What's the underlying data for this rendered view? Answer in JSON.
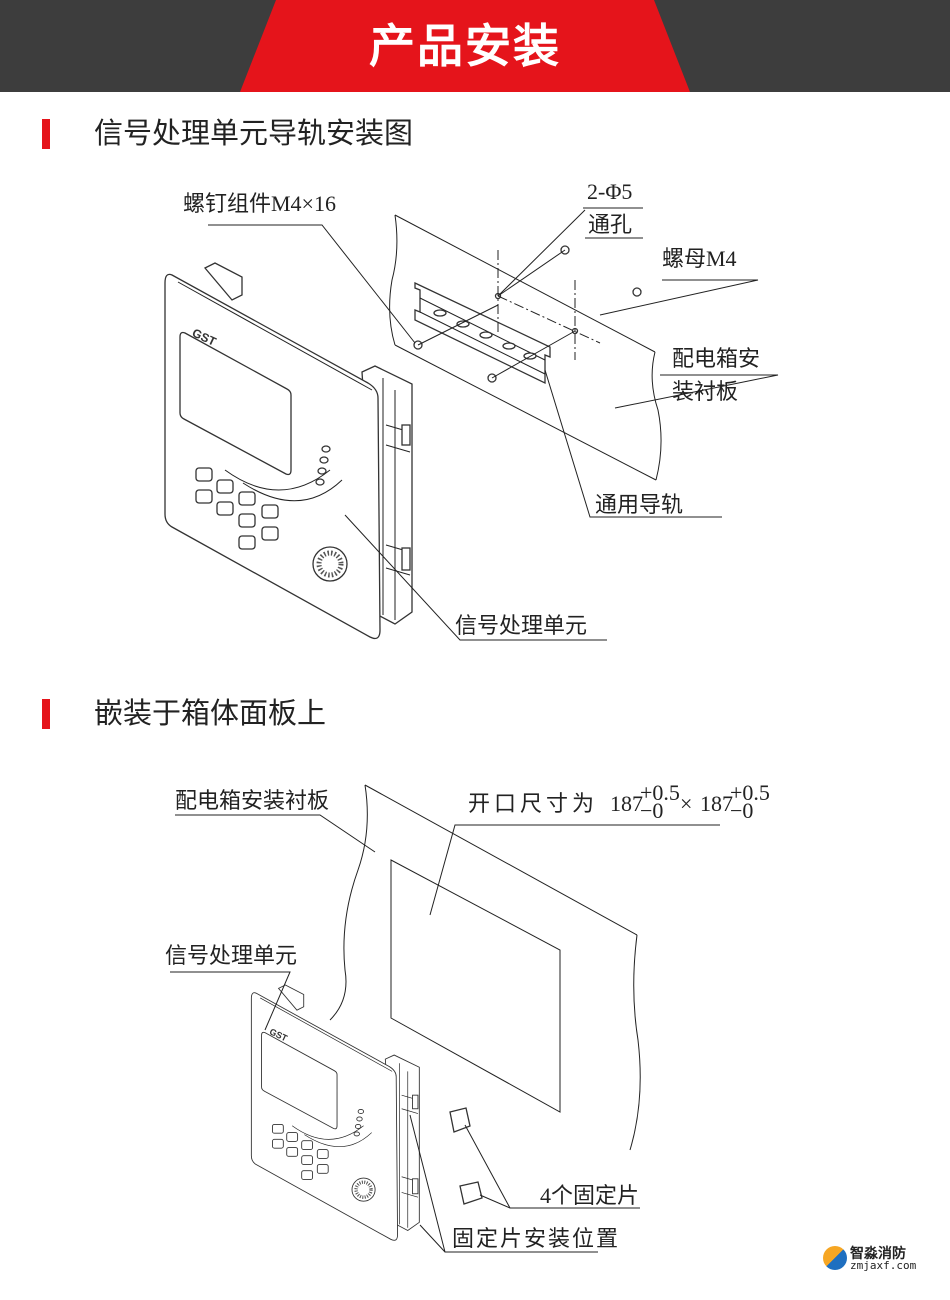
{
  "header": {
    "title": "产品安装",
    "accent_color": "#e5141b",
    "bar_color": "#3d3d3d"
  },
  "section1": {
    "title": "信号处理单元导轨安装图",
    "labels": {
      "screw": "螺钉组件M4×16",
      "hole_spec": "2-Φ5",
      "hole": "通孔",
      "nut": "螺母M4",
      "panel_line1": "配电箱安",
      "panel_line2": "装衬板",
      "rail": "通用导轨",
      "unit": "信号处理单元"
    }
  },
  "section2": {
    "title": "嵌装于箱体面板上",
    "labels": {
      "panel": "配电箱安装衬板",
      "opening_prefix": "开口尺寸为",
      "dim1": "187",
      "tol_plus": "+0.5",
      "tol_minus": "−0",
      "times": "×",
      "dim2": "187",
      "unit": "信号处理单元",
      "clips": "4个固定片",
      "clip_position": "固定片安装位置"
    }
  },
  "device": {
    "brand_logo": "GST"
  },
  "watermark": {
    "name": "智淼消防",
    "domain": "zmjaxf.com"
  }
}
